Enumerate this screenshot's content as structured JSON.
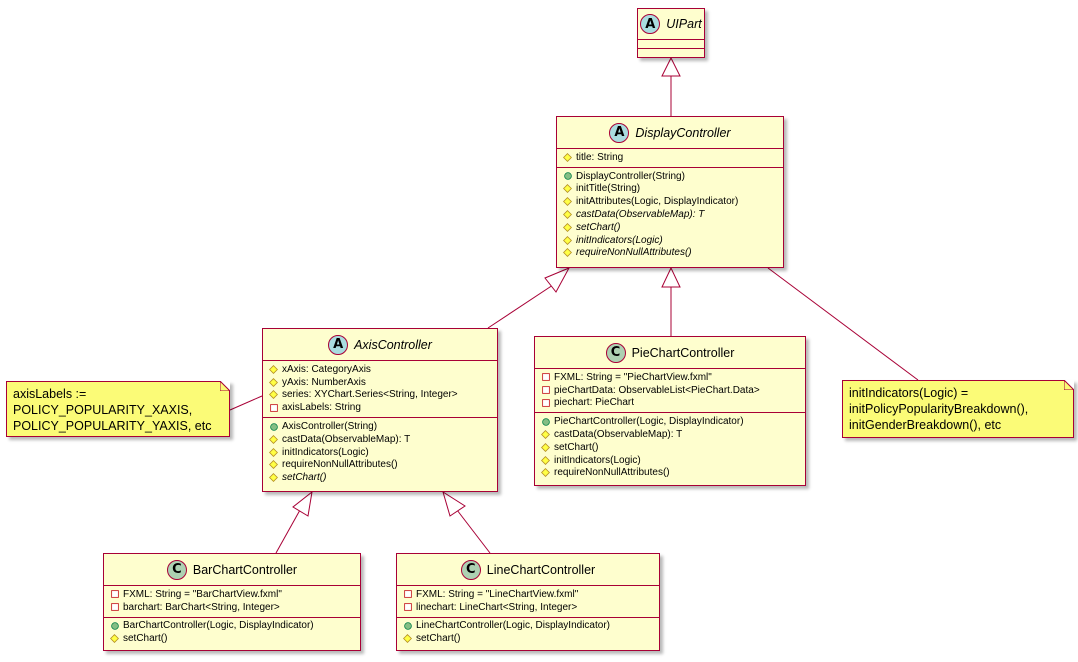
{
  "colors": {
    "class_fill": "#FEFECE",
    "border": "#A80036",
    "note_fill": "#FBFB77",
    "abstract_badge": "#A9DCDF",
    "class_badge": "#ADD1B2",
    "public_marker": "#84BE84",
    "protected_marker": "#FFFF44",
    "private_marker": "#C82930"
  },
  "classes": {
    "uipart": {
      "badge": "A",
      "name": "UIPart",
      "fields": [],
      "methods": []
    },
    "display": {
      "badge": "A",
      "name": "DisplayController",
      "fields": [
        {
          "vis": "protected",
          "text": "title: String"
        }
      ],
      "methods": [
        {
          "vis": "public",
          "text": "DisplayController(String)"
        },
        {
          "vis": "protected",
          "text": "initTitle(String)"
        },
        {
          "vis": "protected",
          "text": "initAttributes(Logic, DisplayIndicator)"
        },
        {
          "vis": "protected",
          "text": "castData(ObservableMap): T",
          "italic": true
        },
        {
          "vis": "protected",
          "text": "setChart()",
          "italic": true
        },
        {
          "vis": "protected",
          "text": "initIndicators(Logic)",
          "italic": true
        },
        {
          "vis": "protected",
          "text": "requireNonNullAttributes()",
          "italic": true
        }
      ]
    },
    "axis": {
      "badge": "A",
      "name": "AxisController",
      "fields": [
        {
          "vis": "protected",
          "text": "xAxis: CategoryAxis"
        },
        {
          "vis": "protected",
          "text": "yAxis: NumberAxis"
        },
        {
          "vis": "protected",
          "text": "series: XYChart.Series<String, Integer>"
        },
        {
          "vis": "private",
          "text": "axisLabels: String"
        }
      ],
      "methods": [
        {
          "vis": "public",
          "text": "AxisController(String)"
        },
        {
          "vis": "protected",
          "text": "castData(ObservableMap): T"
        },
        {
          "vis": "protected",
          "text": "initIndicators(Logic)"
        },
        {
          "vis": "protected",
          "text": "requireNonNullAttributes()"
        },
        {
          "vis": "protected",
          "text": "setChart()",
          "italic": true
        }
      ]
    },
    "pie": {
      "badge": "C",
      "name": "PieChartController",
      "fields": [
        {
          "vis": "private",
          "text": "FXML: String = \"PieChartView.fxml\""
        },
        {
          "vis": "private",
          "text": "pieChartData: ObservableList<PieChart.Data>"
        },
        {
          "vis": "private",
          "text": "piechart: PieChart"
        }
      ],
      "methods": [
        {
          "vis": "public",
          "text": "PieChartController(Logic, DisplayIndicator)"
        },
        {
          "vis": "protected",
          "text": "castData(ObservableMap): T"
        },
        {
          "vis": "protected",
          "text": "setChart()"
        },
        {
          "vis": "protected",
          "text": "initIndicators(Logic)"
        },
        {
          "vis": "protected",
          "text": "requireNonNullAttributes()"
        }
      ]
    },
    "bar": {
      "badge": "C",
      "name": "BarChartController",
      "fields": [
        {
          "vis": "private",
          "text": "FXML: String = \"BarChartView.fxml\""
        },
        {
          "vis": "private",
          "text": "barchart: BarChart<String, Integer>"
        }
      ],
      "methods": [
        {
          "vis": "public",
          "text": "BarChartController(Logic, DisplayIndicator)"
        },
        {
          "vis": "protected",
          "text": "setChart()"
        }
      ]
    },
    "line": {
      "badge": "C",
      "name": "LineChartController",
      "fields": [
        {
          "vis": "private",
          "text": "FXML: String = \"LineChartView.fxml\""
        },
        {
          "vis": "private",
          "text": "linechart: LineChart<String, Integer>"
        }
      ],
      "methods": [
        {
          "vis": "public",
          "text": "LineChartController(Logic, DisplayIndicator)"
        },
        {
          "vis": "protected",
          "text": "setChart()"
        }
      ]
    }
  },
  "notes": {
    "axis_note": {
      "lines": [
        "axisLabels :=",
        "POLICY_POPULARITY_XAXIS,",
        "POLICY_POPULARITY_YAXIS, etc"
      ]
    },
    "display_note": {
      "lines": [
        "initIndicators(Logic) =",
        "initPolicyPopularityBreakdown(),",
        "initGenderBreakdown(), etc"
      ]
    }
  }
}
